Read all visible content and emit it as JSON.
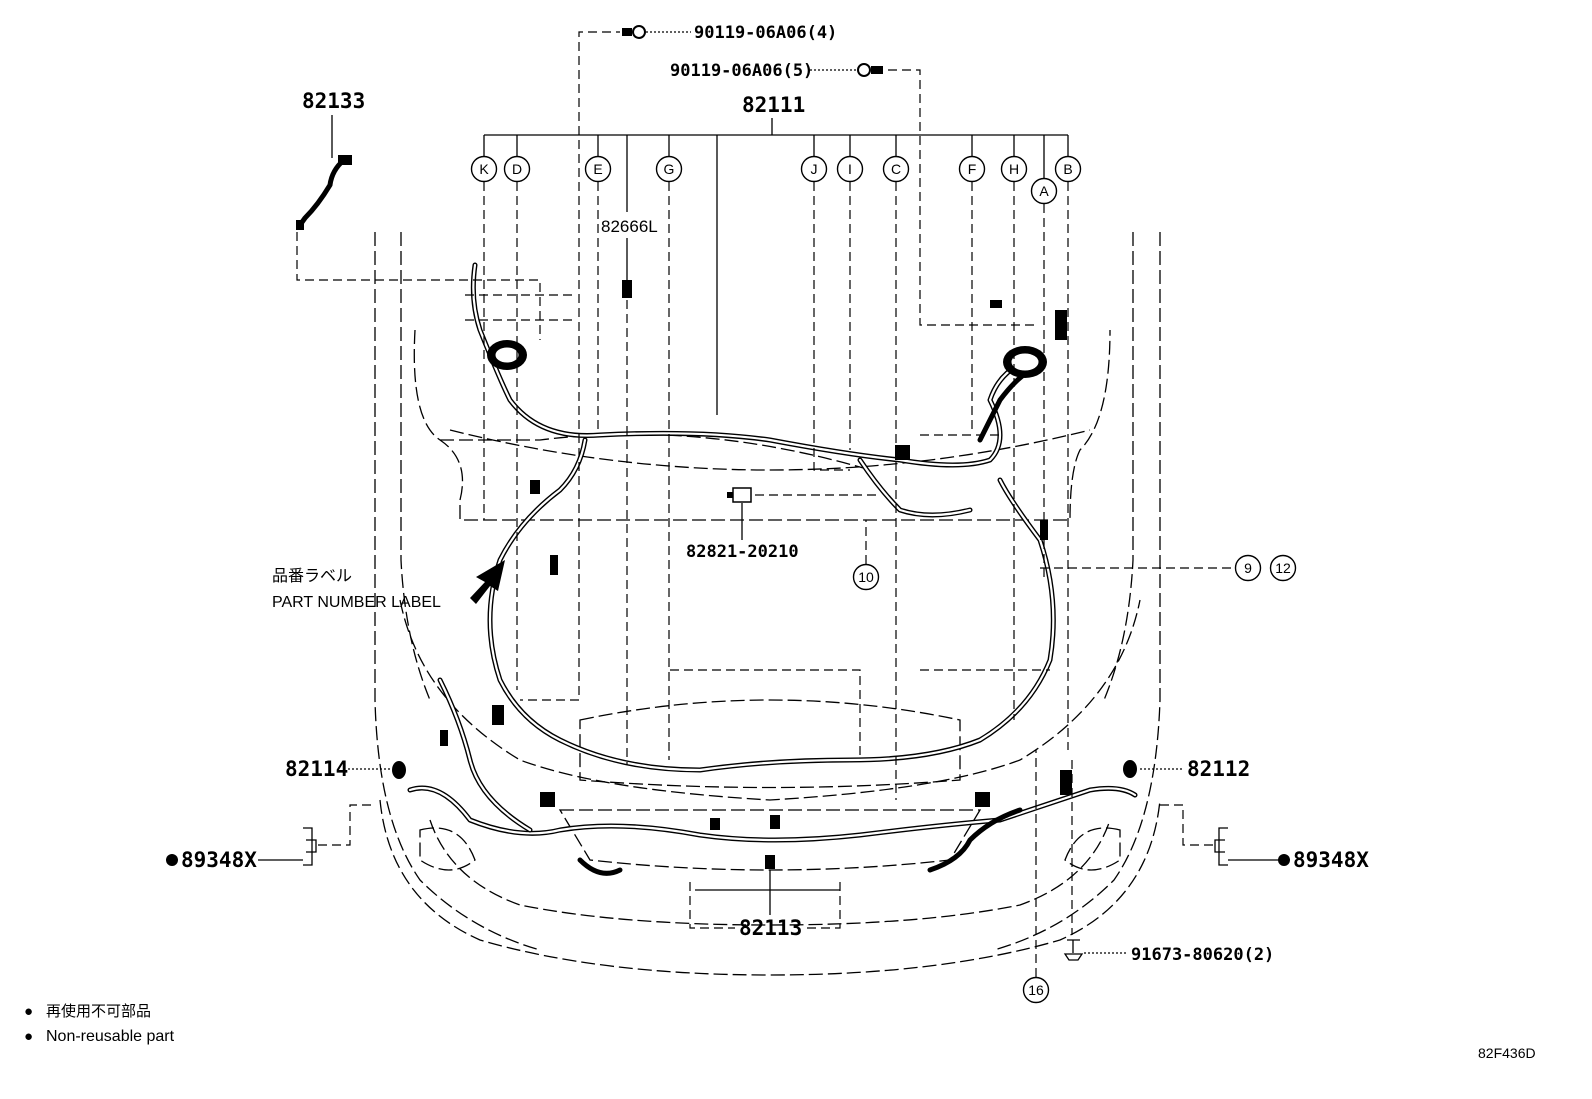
{
  "parts": {
    "bolt_upper_1": "90119-06A06(4)",
    "bolt_upper_2": "90119-06A06(5)",
    "main_harness": "82111",
    "sub_harness_left": "82133",
    "wire_82666L": "82666L",
    "sensor": "82821-20210",
    "harness_left": "82114",
    "harness_right": "82112",
    "bracket_left": "89348X",
    "bracket_right": "89348X",
    "front_harness": "82113",
    "screw": "91673-80620(2)"
  },
  "connectors": {
    "K": "K",
    "D": "D",
    "E": "E",
    "G": "G",
    "J": "J",
    "I": "I",
    "C": "C",
    "F": "F",
    "H": "H",
    "A": "A",
    "B": "B"
  },
  "callouts": {
    "n9": "9",
    "n12": "12",
    "n10": "10",
    "n16": "16"
  },
  "label": {
    "jp": "品番ラベル",
    "en": "PART NUMBER LABEL"
  },
  "legend": {
    "marker": "●",
    "jp": "再使用不可部品",
    "en": "Non-reusable part"
  },
  "figure_code": "82F436D"
}
